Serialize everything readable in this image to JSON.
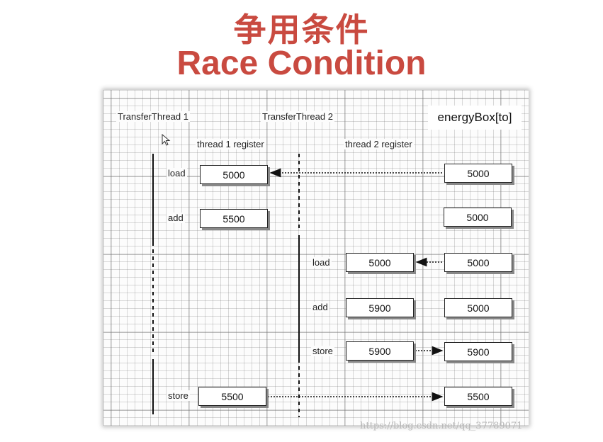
{
  "title": {
    "chinese": "争用条件",
    "english": "Race Condition"
  },
  "diagram": {
    "thread1_label": "TransferThread 1",
    "thread2_label": "TransferThread 2",
    "energy_box_label": "energyBox[to]",
    "thread1_register_label": "thread 1 register",
    "thread2_register_label": "thread 2 register",
    "steps": {
      "t1_load": {
        "op": "load",
        "register": "5000",
        "memory": "5000"
      },
      "t1_add": {
        "op": "add",
        "register": "5500",
        "memory": "5000"
      },
      "t2_load": {
        "op": "load",
        "register": "5000",
        "memory": "5000"
      },
      "t2_add": {
        "op": "add",
        "register": "5900",
        "memory": "5000"
      },
      "t2_store": {
        "op": "store",
        "register": "5900",
        "memory": "5900"
      },
      "t1_store": {
        "op": "store",
        "register": "5500",
        "memory": "5500"
      }
    }
  },
  "watermark": "https://blog.csdn.net/qq_37789071"
}
